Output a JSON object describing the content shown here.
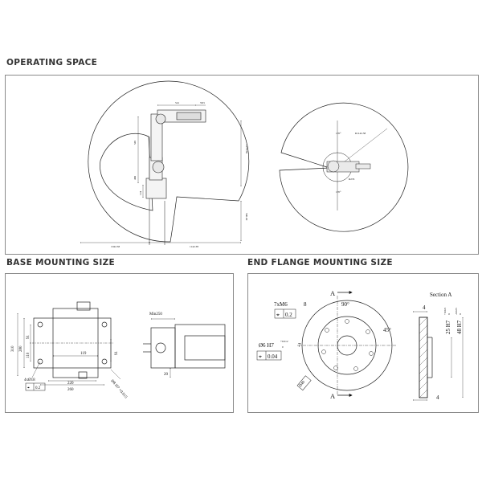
{
  "sections": {
    "operating_space": "OPERATING SPACE",
    "base_mounting": "BASE MOUNTING SIZE",
    "end_flange": "END FLANGE MOUNTING SIZE"
  },
  "operating_space": {
    "side_view": {
      "dim_top_1": "541",
      "dim_top_2": "58.5",
      "dim_arm": "545",
      "dim_base_h": "400",
      "dim_base_w": "124",
      "dim_height_right": "1273.38",
      "dim_lower_right": "500.49",
      "dim_bottom_left": "1042.38",
      "dim_bottom_right": "1142.38"
    },
    "top_view": {
      "angle_top": "170°",
      "radius": "R1142.38",
      "angle_bottom": "170°",
      "inner_radius": "R235"
    }
  },
  "base_mounting": {
    "dim_310": "310",
    "dim_280": "280",
    "dim_91_left": "91",
    "dim_110": "110",
    "dim_119": "119",
    "dim_91_right": "91",
    "dim_220": "220",
    "dim_260": "260",
    "hole_callout": "4xØ18",
    "tolerance": "0.2",
    "position_symbol": "⌖",
    "dim_min250": "Min250",
    "dim_20": "20",
    "dim_diameter": "Ø8 H7 +0.015"
  },
  "end_flange": {
    "section_marker": "A",
    "thread_callout": "7xM6",
    "thread_depth": "8",
    "position_tol": "0.2",
    "angle_90": "90°",
    "angle_45": "45°",
    "bore_callout": "Ø6 H7",
    "bore_tol_upper": "+0.012",
    "bore_tol_lower": "0",
    "depth_callout": "7",
    "position_tol_2": "0.04",
    "diameter_40": "Ø40",
    "section_title": "Section A",
    "dim_4_top": "4",
    "dim_25": "25 H7",
    "dim_25_upper": "+0.021",
    "dim_25_lower": "0",
    "dim_48": "48 H7",
    "dim_48_upper": "-0.025",
    "dim_48_lower": "0",
    "dim_4_bottom": "4",
    "position_symbol": "⌖"
  }
}
